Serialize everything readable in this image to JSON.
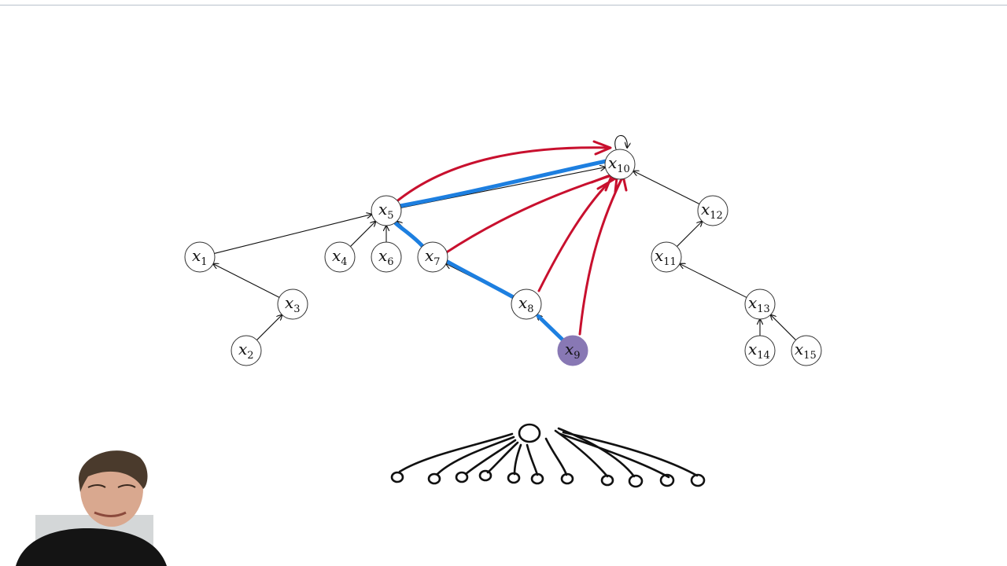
{
  "diagram": {
    "nodes": [
      {
        "id": "x1",
        "base": "x",
        "sub": "1"
      },
      {
        "id": "x2",
        "base": "x",
        "sub": "2"
      },
      {
        "id": "x3",
        "base": "x",
        "sub": "3"
      },
      {
        "id": "x4",
        "base": "x",
        "sub": "4"
      },
      {
        "id": "x5",
        "base": "x",
        "sub": "5"
      },
      {
        "id": "x6",
        "base": "x",
        "sub": "6"
      },
      {
        "id": "x7",
        "base": "x",
        "sub": "7"
      },
      {
        "id": "x8",
        "base": "x",
        "sub": "8"
      },
      {
        "id": "x9",
        "base": "x",
        "sub": "9",
        "highlighted": true
      },
      {
        "id": "x10",
        "base": "x",
        "sub": "10",
        "self_loop": true
      },
      {
        "id": "x11",
        "base": "x",
        "sub": "11"
      },
      {
        "id": "x12",
        "base": "x",
        "sub": "12"
      },
      {
        "id": "x13",
        "base": "x",
        "sub": "13"
      },
      {
        "id": "x14",
        "base": "x",
        "sub": "14"
      },
      {
        "id": "x15",
        "base": "x",
        "sub": "15"
      }
    ],
    "edges": [
      [
        "x1",
        "x5"
      ],
      [
        "x2",
        "x3"
      ],
      [
        "x3",
        "x1"
      ],
      [
        "x4",
        "x5"
      ],
      [
        "x6",
        "x5"
      ],
      [
        "x5",
        "x10"
      ],
      [
        "x7",
        "x5"
      ],
      [
        "x8",
        "x7"
      ],
      [
        "x9",
        "x8"
      ],
      [
        "x11",
        "x12"
      ],
      [
        "x12",
        "x10"
      ],
      [
        "x13",
        "x11"
      ],
      [
        "x14",
        "x13"
      ],
      [
        "x15",
        "x13"
      ]
    ],
    "annotations": {
      "red_arrows_to": "x10",
      "red_arrows_from": [
        "x5",
        "x7",
        "x8",
        "x9"
      ],
      "blue_path": [
        "x9",
        "x8",
        "x7",
        "x5",
        "x10"
      ]
    },
    "colors": {
      "highlight": "#8878b4",
      "red_ink": "#c8102e",
      "blue_ink": "#1d7fe0"
    },
    "sketch": {
      "description_free": true
    }
  }
}
